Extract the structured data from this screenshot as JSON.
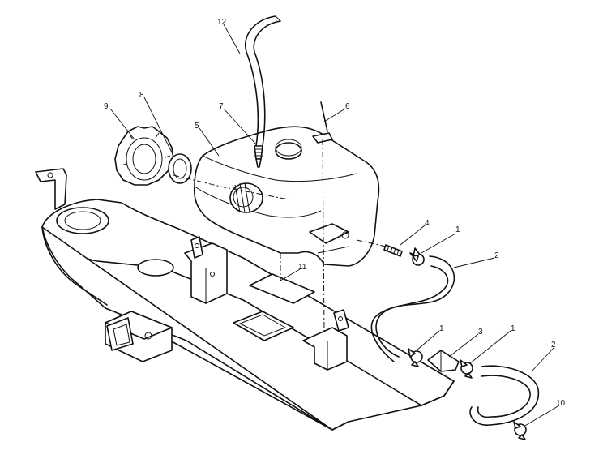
{
  "callouts": {
    "c12": "12",
    "c9": "9",
    "c8": "8",
    "c7": "7",
    "c6": "6",
    "c5": "5",
    "c4": "4",
    "c1a": "1",
    "c2a": "2",
    "c11": "11",
    "c1b": "1",
    "c3": "3",
    "c1c": "1",
    "c2b": "2",
    "c10": "10"
  }
}
